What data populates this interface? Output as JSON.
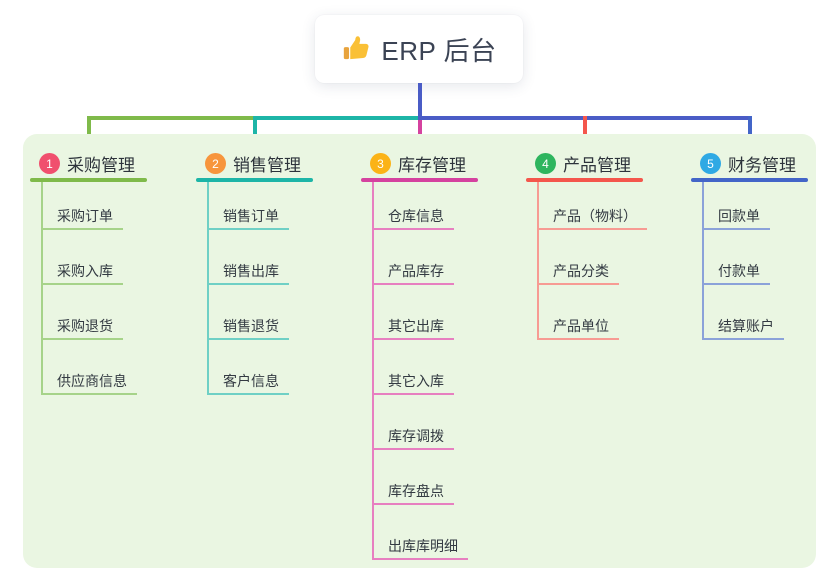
{
  "root": {
    "label": "ERP 后台",
    "icon": "thumbs-up-icon"
  },
  "branches": [
    {
      "number": "1",
      "title": "采购管理",
      "items": [
        "采购订单",
        "采购入库",
        "采购退货",
        "供应商信息"
      ],
      "badge_color": "#f0506e",
      "line_color": "#7fba4a",
      "sub_line_color": "#a6d389"
    },
    {
      "number": "2",
      "title": "销售管理",
      "items": [
        "销售订单",
        "销售出库",
        "销售退货",
        "客户信息"
      ],
      "badge_color": "#f7953c",
      "line_color": "#1db5a7",
      "sub_line_color": "#6fd0c5"
    },
    {
      "number": "3",
      "title": "库存管理",
      "items": [
        "仓库信息",
        "产品库存",
        "其它出库",
        "其它入库",
        "库存调拨",
        "库存盘点",
        "出库库明细"
      ],
      "badge_color": "#fbb317",
      "line_color": "#d5429f",
      "sub_line_color": "#e77fc0"
    },
    {
      "number": "4",
      "title": "产品管理",
      "items": [
        "产品（物料）",
        "产品分类",
        "产品单位"
      ],
      "badge_color": "#2eb55e",
      "line_color": "#f4564c",
      "sub_line_color": "#f79b93"
    },
    {
      "number": "5",
      "title": "财务管理",
      "items": [
        "回款单",
        "付款单",
        "结算账户"
      ],
      "badge_color": "#2fa9e4",
      "line_color": "#4365c8",
      "sub_line_color": "#8ba2d9"
    }
  ],
  "palette": {
    "page_bg": "#ffffff",
    "panel_bg": "#eaf6e2",
    "root_connector": "#4a5cc6",
    "root_text": "#3b4354",
    "node_text": "#333a42",
    "thumb_yellow": "#fac036",
    "thumb_cuff": "#e8a33d"
  }
}
